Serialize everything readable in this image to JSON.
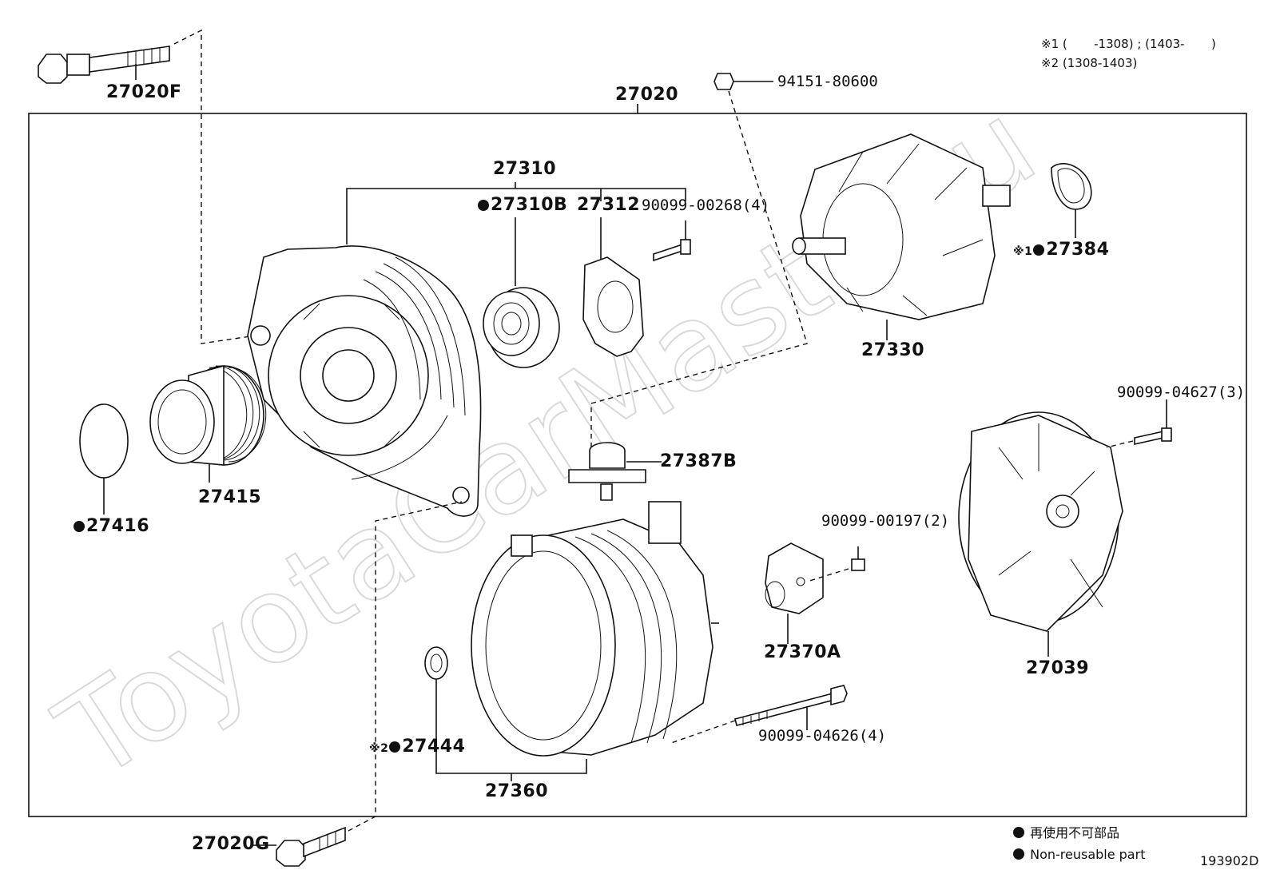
{
  "watermark": "ToyotaCarMasterru",
  "figure_id": "193902D",
  "notes": {
    "n1": "※1 (       -1308) ; (1403-       )",
    "n2": "※2 (1308-1403)"
  },
  "legend": {
    "jp": "再使用不可部品",
    "en": "Non-reusable part"
  },
  "parts": {
    "p27020F": "27020F",
    "p27020": "27020",
    "p94151": "94151-80600",
    "p27310": "27310",
    "p27310B": "27310B",
    "p27312": "27312",
    "p90099_00268": "90099-00268(4)",
    "p27384": "27384",
    "p27384_mark": "※1",
    "p27330": "27330",
    "p27415": "27415",
    "p27416": "27416",
    "p27387B": "27387B",
    "p90099_04627": "90099-04627(3)",
    "p90099_00197": "90099-00197(2)",
    "p27370A": "27370A",
    "p27039": "27039",
    "p90099_04626": "90099-04626(4)",
    "p27444": "27444",
    "p27444_mark": "※2",
    "p27360": "27360",
    "p27020G": "27020G"
  }
}
